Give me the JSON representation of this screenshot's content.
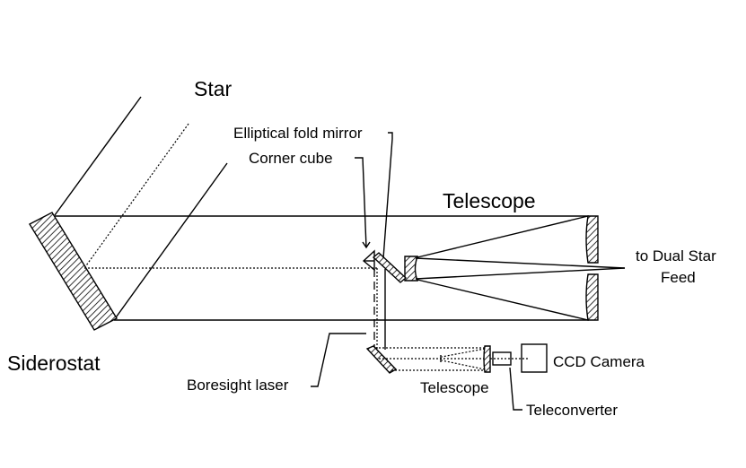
{
  "labels": {
    "star": "Star",
    "siderostat": "Siderostat",
    "elliptical_fold_mirror": "Elliptical fold mirror",
    "corner_cube": "Corner cube",
    "telescope_main": "Telescope",
    "to_dual_star_feed_line1": "to Dual Star",
    "to_dual_star_feed_line2": "Feed",
    "boresight_laser": "Boresight laser",
    "telescope_small": "Telescope",
    "ccd_camera": "CCD Camera",
    "teleconverter": "Teleconverter"
  }
}
